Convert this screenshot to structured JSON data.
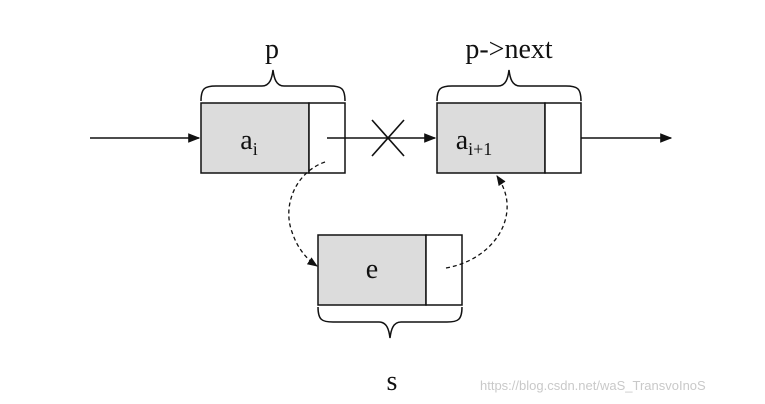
{
  "labels": {
    "p": "p",
    "p_next": "p->next",
    "s": "s"
  },
  "nodes": {
    "ai": {
      "base": "a",
      "sub": "i"
    },
    "ai1": {
      "base": "a",
      "sub": "i+1"
    },
    "e": {
      "text": "e"
    }
  },
  "watermark": "https://blog.csdn.net/waS_TransvoInoS",
  "colors": {
    "data_fill": "#dcdcdc",
    "next_fill": "#ffffff",
    "stroke": "#111111"
  }
}
